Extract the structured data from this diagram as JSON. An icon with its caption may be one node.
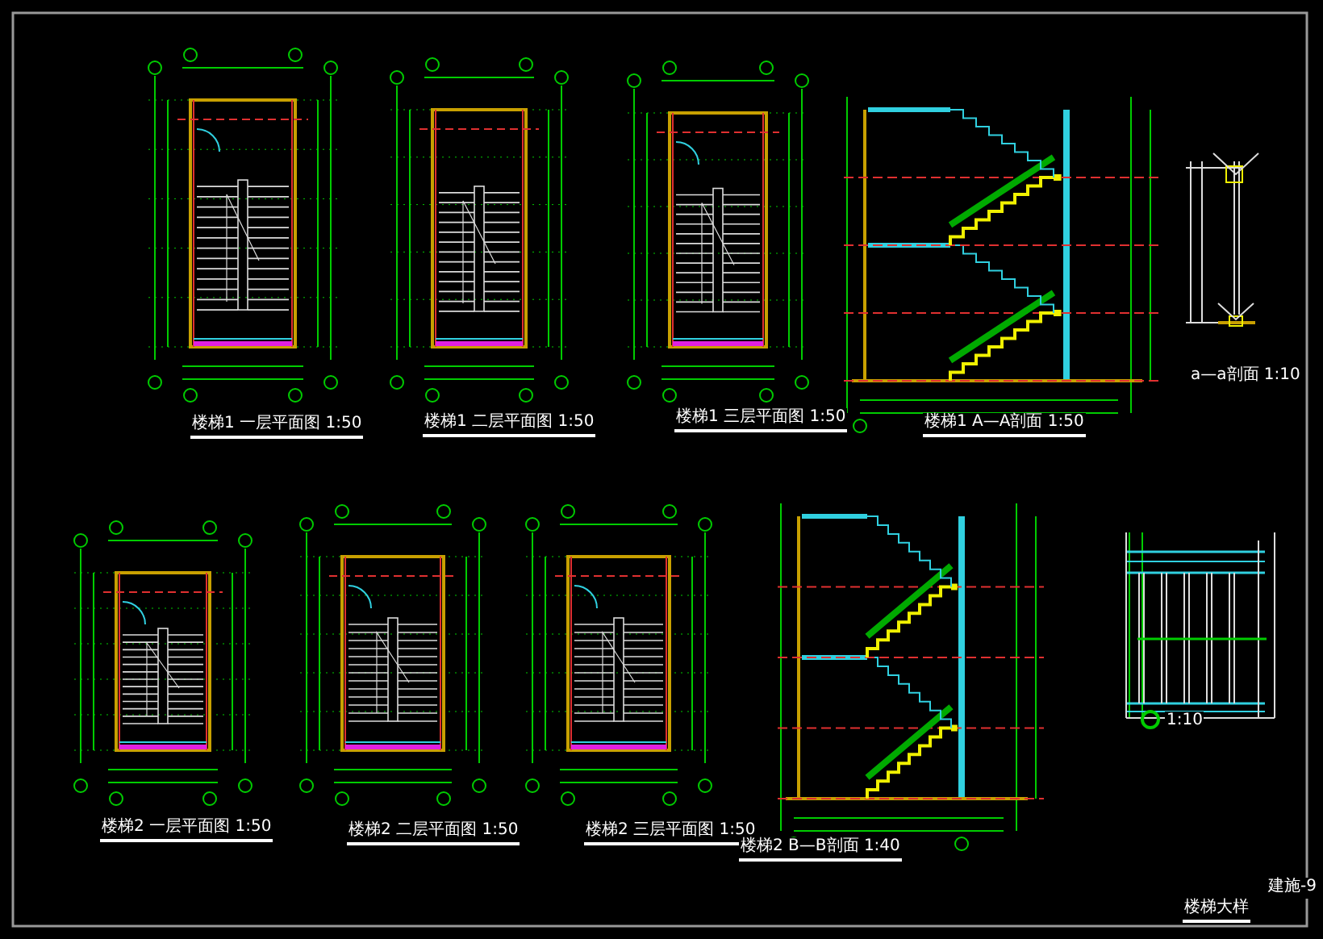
{
  "diagram": {
    "labels": [
      "楼梯1 一层平面图 1:50",
      "楼梯1 二层平面图 1:50",
      "楼梯1 三层平面图 1:50",
      "楼梯1 A—A剖面 1:50",
      "a—a剖面 1:10",
      "楼梯2 一层平面图 1:50",
      "楼梯2 二层平面图 1:50",
      "楼梯2 三层平面图 1:50",
      "楼梯2 B—B剖面 1:40",
      "1:10",
      "楼梯大样",
      "建施-9"
    ]
  }
}
